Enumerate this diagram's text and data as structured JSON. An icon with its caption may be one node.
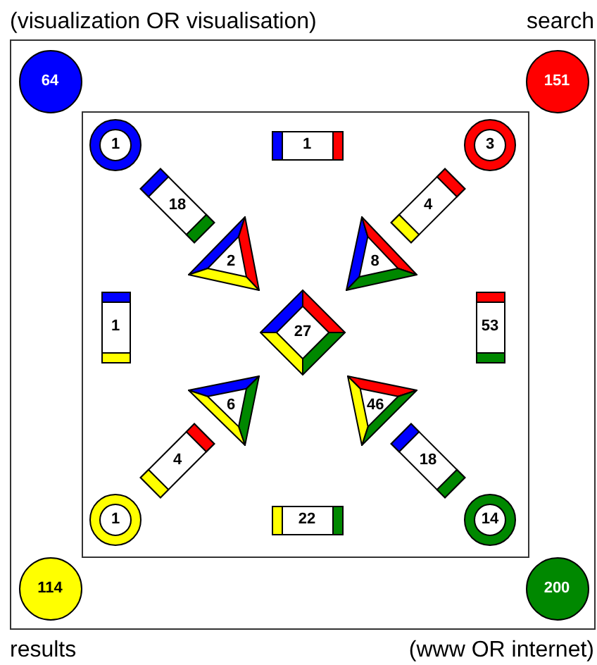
{
  "diagram": {
    "nodes": [
      {
        "text": [],
        "shape": "box"
      },
      {
        "text": [
          "64"
        ],
        "in": 0
      },
      {
        "text": [
          "151"
        ],
        "in": 0
      },
      {
        "text": [],
        "shape": "box",
        "in": 0
      },
      {
        "text": [
          "1"
        ],
        "in": 3
      },
      {
        "text": [
          "1"
        ],
        "in": 3
      },
      {
        "text": [
          "3"
        ],
        "in": 3
      },
      {
        "text": [
          "18"
        ],
        "in": 3
      },
      {
        "text": [
          "4"
        ],
        "in": 3
      },
      {
        "text": [
          "2"
        ],
        "in": 3
      },
      {
        "text": [
          "8"
        ],
        "in": 3
      },
      {
        "text": [
          "1"
        ],
        "in": 3
      },
      {
        "text": [
          "27"
        ],
        "in": 3
      },
      {
        "text": [
          "53"
        ],
        "in": 3
      },
      {
        "text": [
          "6"
        ],
        "in": 3
      },
      {
        "text": [
          "46"
        ],
        "in": 3
      },
      {
        "text": [
          "4"
        ],
        "in": 3
      },
      {
        "text": [
          "18"
        ],
        "in": 3
      },
      {
        "text": [
          "1"
        ],
        "in": 3
      },
      {
        "text": [
          "22"
        ],
        "in": 3
      },
      {
        "text": [
          "14"
        ],
        "in": 3
      },
      {
        "text": [
          "114"
        ],
        "in": 0
      },
      {
        "text": [
          "200"
        ],
        "in": 0
      }
    ],
    "edges": [],
    "labels": [
      "(visualization OR visualisation)",
      "search",
      "results",
      "(www OR internet)"
    ]
  }
}
